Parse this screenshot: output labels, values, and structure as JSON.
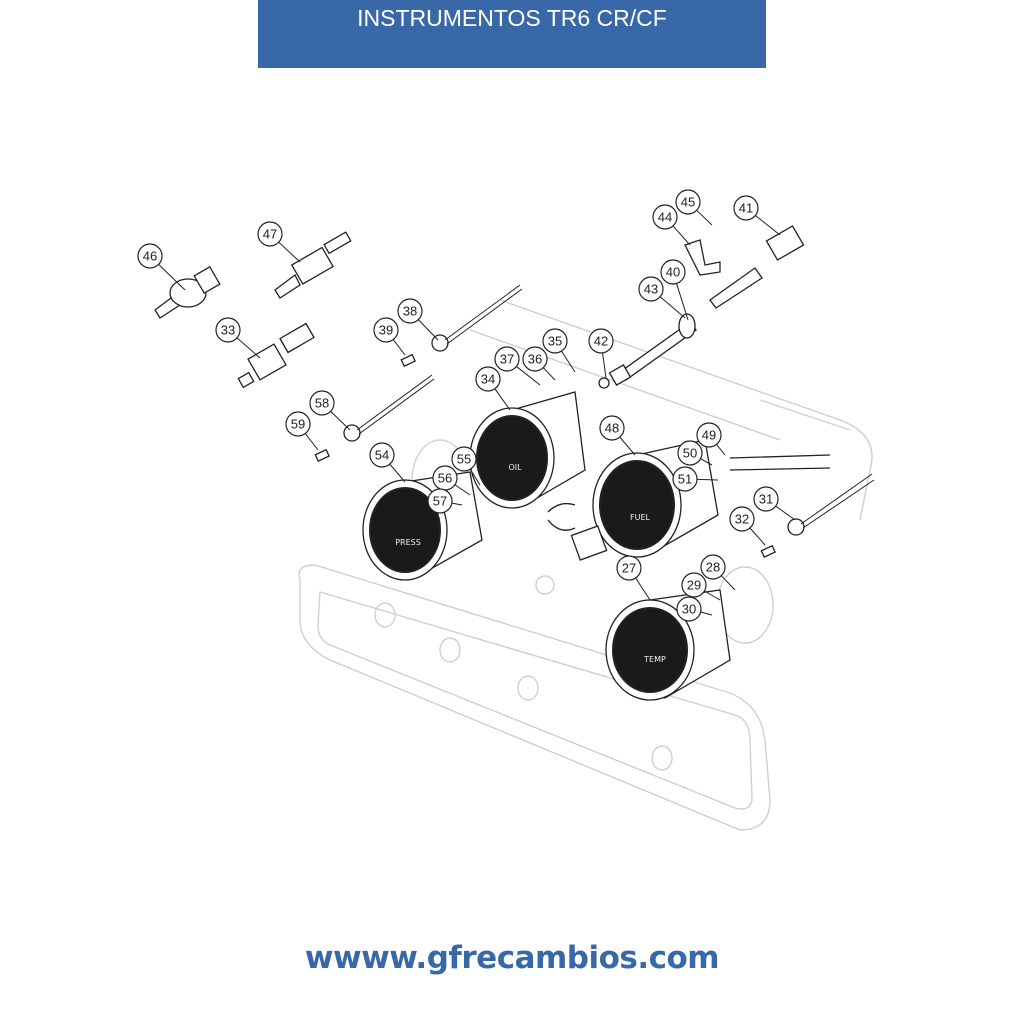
{
  "header": {
    "title": "INSTRUMENTOS TR6 CR/CF",
    "color": "#3868a8"
  },
  "diagram": {
    "callouts": [
      "46",
      "47",
      "33",
      "38",
      "39",
      "58",
      "59",
      "54",
      "55",
      "56",
      "57",
      "34",
      "37",
      "36",
      "35",
      "42",
      "43",
      "40",
      "44",
      "45",
      "41",
      "48",
      "49",
      "50",
      "51",
      "31",
      "32",
      "27",
      "28",
      "29",
      "30"
    ],
    "gauge_labels": {
      "oil_pressure": "PRESS",
      "oil": "OIL",
      "fuel": "FUEL",
      "temp": "TEMP"
    }
  },
  "footer": {
    "website": "wwww.gfrecambios.com",
    "color": "#3868a8"
  }
}
